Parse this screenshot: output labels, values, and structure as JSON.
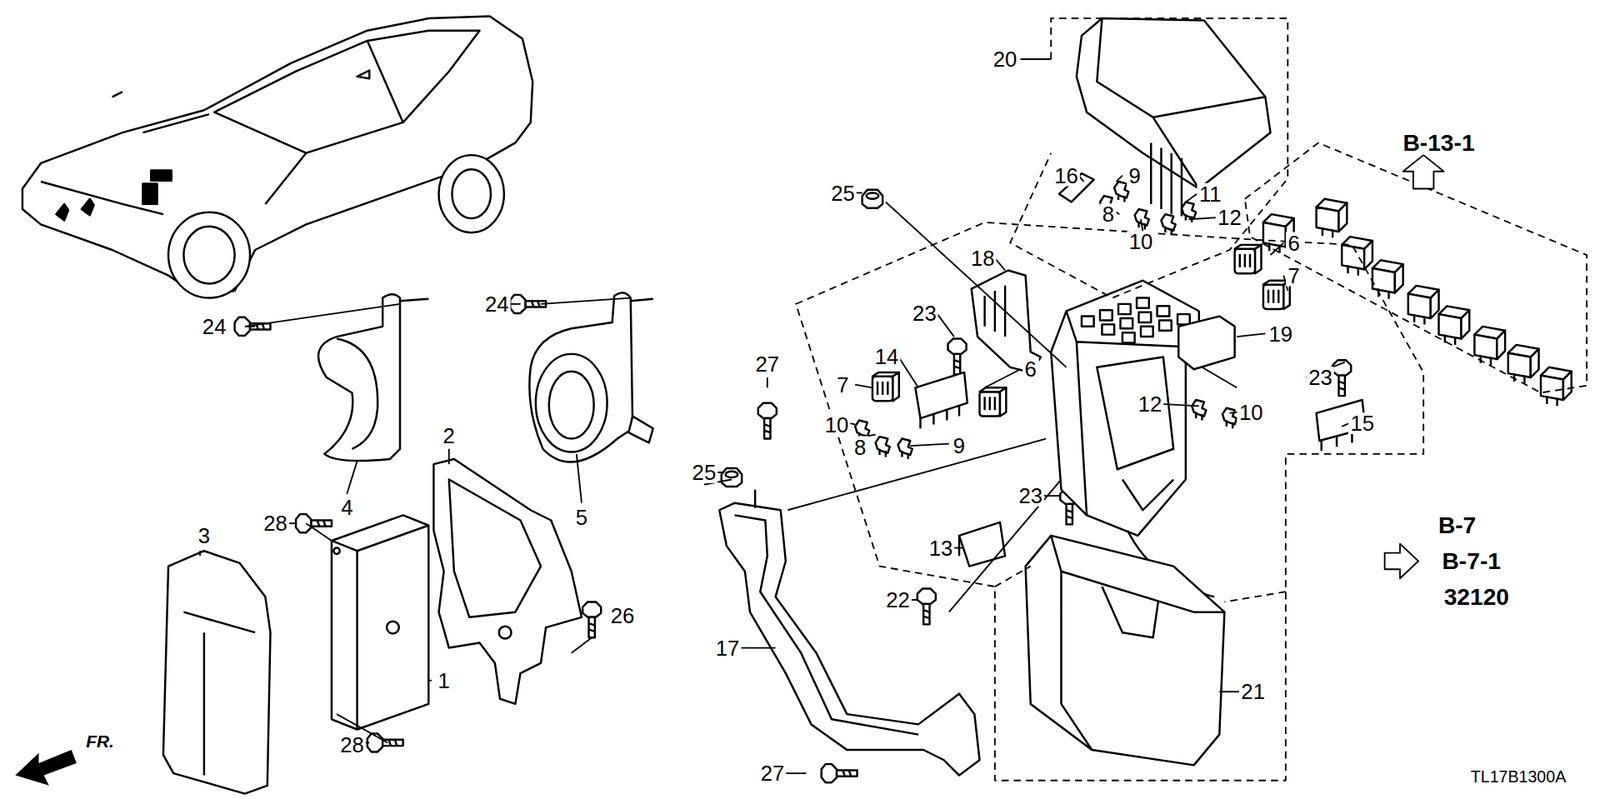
{
  "diagram": {
    "labels": [
      "20",
      "B-13-1",
      "16",
      "9",
      "11",
      "8",
      "12",
      "10",
      "25",
      "18",
      "6",
      "7",
      "23",
      "23",
      "19",
      "14",
      "7",
      "6",
      "10",
      "8",
      "9",
      "12",
      "10",
      "15",
      "24",
      "24",
      "2",
      "27",
      "25",
      "23",
      "13",
      "4",
      "5",
      "3",
      "28",
      "B-7",
      "B-7-1",
      "32120",
      "26",
      "22",
      "1",
      "17",
      "21",
      "28",
      "27",
      "FR.",
      "TL17B1300A"
    ]
  }
}
